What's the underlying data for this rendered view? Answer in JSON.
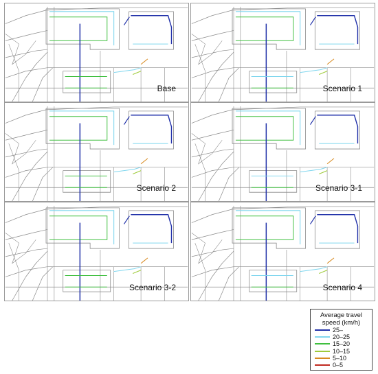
{
  "panels": [
    {
      "label": "Base"
    },
    {
      "label": "Scenario 1"
    },
    {
      "label": "Scenario 2"
    },
    {
      "label": "Scenario 3-1"
    },
    {
      "label": "Scenario 3-2"
    },
    {
      "label": "Scenario 4"
    }
  ],
  "legend": {
    "title_line1": "Average travel",
    "title_line2": "speed (km/h)",
    "items": [
      {
        "label": "25–",
        "color": "#1f2fa8"
      },
      {
        "label": "20–25",
        "color": "#7fd6ee"
      },
      {
        "label": "15–20",
        "color": "#3fbf3f"
      },
      {
        "label": "10–15",
        "color": "#9ecb3a"
      },
      {
        "label": "5–10",
        "color": "#d88a20"
      },
      {
        "label": "0–5",
        "color": "#c0281e"
      }
    ]
  }
}
